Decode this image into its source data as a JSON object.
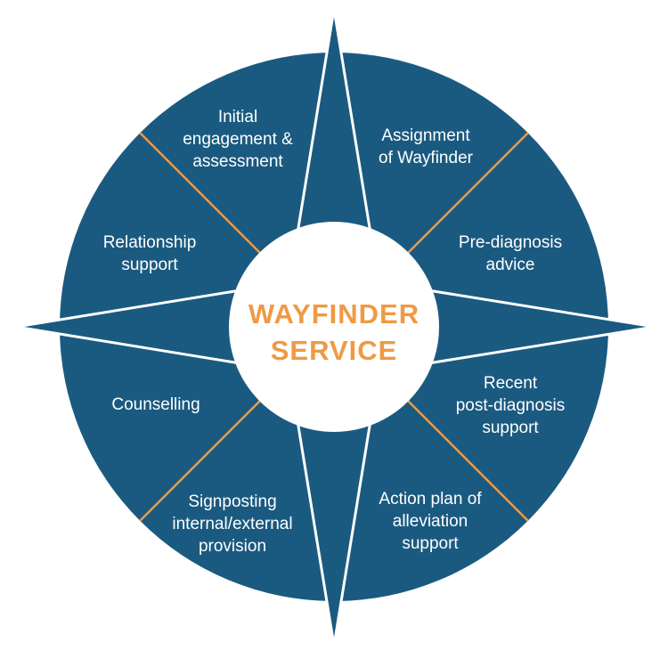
{
  "title": [
    "WAYFINDER",
    "SERVICE"
  ],
  "colors": {
    "blue": "#1B5A80",
    "orange": "#EE9A45",
    "white": "#FFFFFF"
  },
  "segments": [
    {
      "lines": [
        "Initial",
        "engagement &",
        "assessment"
      ]
    },
    {
      "lines": [
        "Assignment",
        "of Wayfinder"
      ]
    },
    {
      "lines": [
        "Pre-diagnosis",
        "advice"
      ]
    },
    {
      "lines": [
        "Recent",
        "post-diagnosis",
        "support"
      ]
    },
    {
      "lines": [
        "Action plan of",
        "alleviation",
        "support"
      ]
    },
    {
      "lines": [
        "Signposting",
        "internal/external",
        "provision"
      ]
    },
    {
      "lines": [
        "Counselling"
      ]
    },
    {
      "lines": [
        "Relationship",
        "support"
      ]
    }
  ]
}
